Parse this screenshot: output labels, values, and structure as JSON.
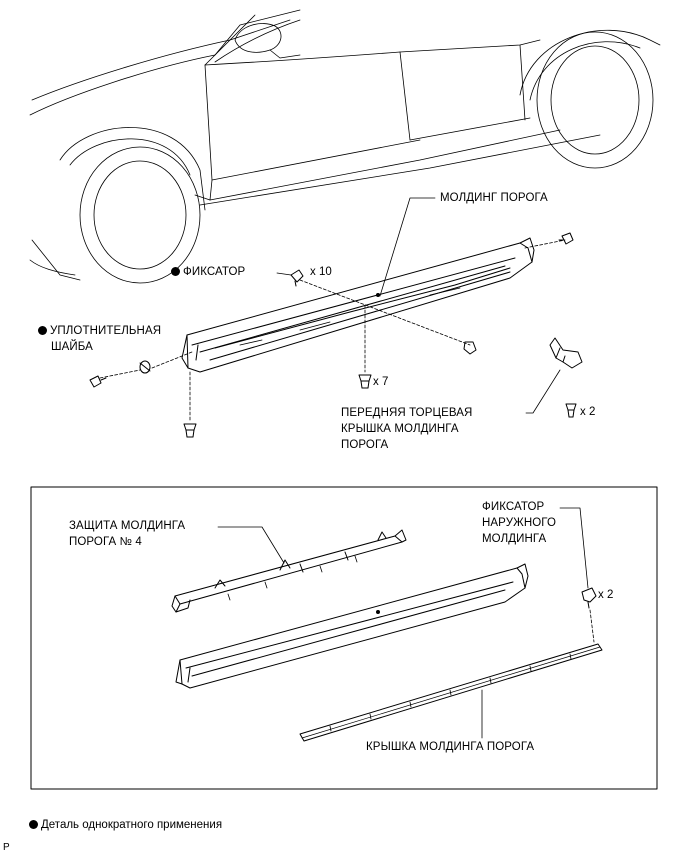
{
  "labels": {
    "sill_molding": "МОЛДИНГ ПОРОГА",
    "clip": "ФИКСАТОР",
    "seal_washer_line1": "УПЛОТНИТЕЛЬНАЯ",
    "seal_washer_line2": "ШАЙБА",
    "front_end_cover_line1": "ПЕРЕДНЯЯ ТОРЦЕВАЯ",
    "front_end_cover_line2": "КРЫШКА МОЛДИНГА",
    "front_end_cover_line3": "ПОРОГА",
    "protector_line1": "ЗАЩИТА МОЛДИНГА",
    "protector_line2": "ПОРОГА № 4",
    "outer_clip_line1": "ФИКСАТОР",
    "outer_clip_line2": "НАРУЖНОГО",
    "outer_clip_line3": "МОЛДИНГА",
    "sill_cover": "КРЫШКА МОЛДИНГА ПОРОГА"
  },
  "quantities": {
    "clip": "x 10",
    "screws_bottom": "x 7",
    "end_cover_screws": "x 2",
    "outer_clips": "x 2"
  },
  "footer": {
    "legend_text": "Деталь однократного применения",
    "page_code": "P"
  },
  "icons": [
    "filled-circle-bullet-icon"
  ],
  "colors": {
    "line": "#000000",
    "background": "#ffffff"
  }
}
